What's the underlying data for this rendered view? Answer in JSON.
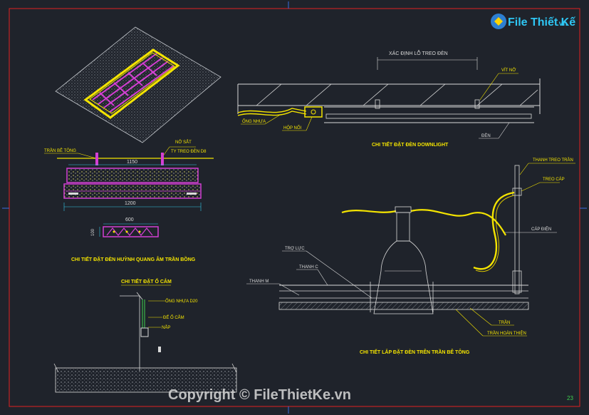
{
  "logo": {
    "text": "File Thiết Kế",
    "suffix": ".vn"
  },
  "watermark": "Copyright © FileThietKe.vn",
  "page_number": "23",
  "colors": {
    "background": "#1f232b",
    "border": "#e02020",
    "line": "#d9d9d9",
    "cyan": "#35c8e8",
    "yellow": "#f4e400",
    "magenta": "#d43fd4",
    "green": "#3fd04f",
    "orange": "#f09a2a"
  },
  "fluorescent": {
    "labels": {
      "concrete_ceiling": "TRẦN BÊ TÔNG",
      "steel_bolt": "NỞ SẮT",
      "hanger_rod": "TY TREO ĐÈN D8",
      "dim_1150": "1150",
      "dim_1200": "1200",
      "dim_600": "600",
      "dim_100": "100"
    },
    "caption": "CHI TIẾT ĐẶT ĐÈN HUỲNH QUANG ÂM TRẦN BỒNG"
  },
  "socket": {
    "caption": "CHI TIẾT ĐẶT Ổ CẮM",
    "labels": {
      "conduit": "ỐNG NHỰA D20",
      "socket_box": "ĐẾ Ổ CẮM",
      "cover": "NẮP"
    }
  },
  "downlight": {
    "labels": {
      "hang_position": "XÁC ĐỊNH LỖ TREO ĐÈN",
      "screw": "VÍT NỞ",
      "conduit": "ỐNG NHỰA",
      "junction_box": "HỘP NỐI",
      "lamp": "ĐÈN"
    },
    "caption": "CHI TIẾT ĐẶT ĐÈN DOWNLIGHT"
  },
  "ceiling_lamp": {
    "labels": {
      "hanger_bar": "THANH TREO TRẦN",
      "cable_clip": "TREO CÁP",
      "power_cable": "CÁP ĐIỆN",
      "tro_luc": "TRỢ LỰC",
      "thanh_c": "THANH C",
      "thanh_m": "THANH M",
      "ceiling": "TRẦN",
      "finish_ceiling": "TRẦN HOÀN THIỆN"
    },
    "caption": "CHI TIẾT LẮP ĐẶT ĐÈN TRÊN TRẦN BÊ TÔNG"
  }
}
